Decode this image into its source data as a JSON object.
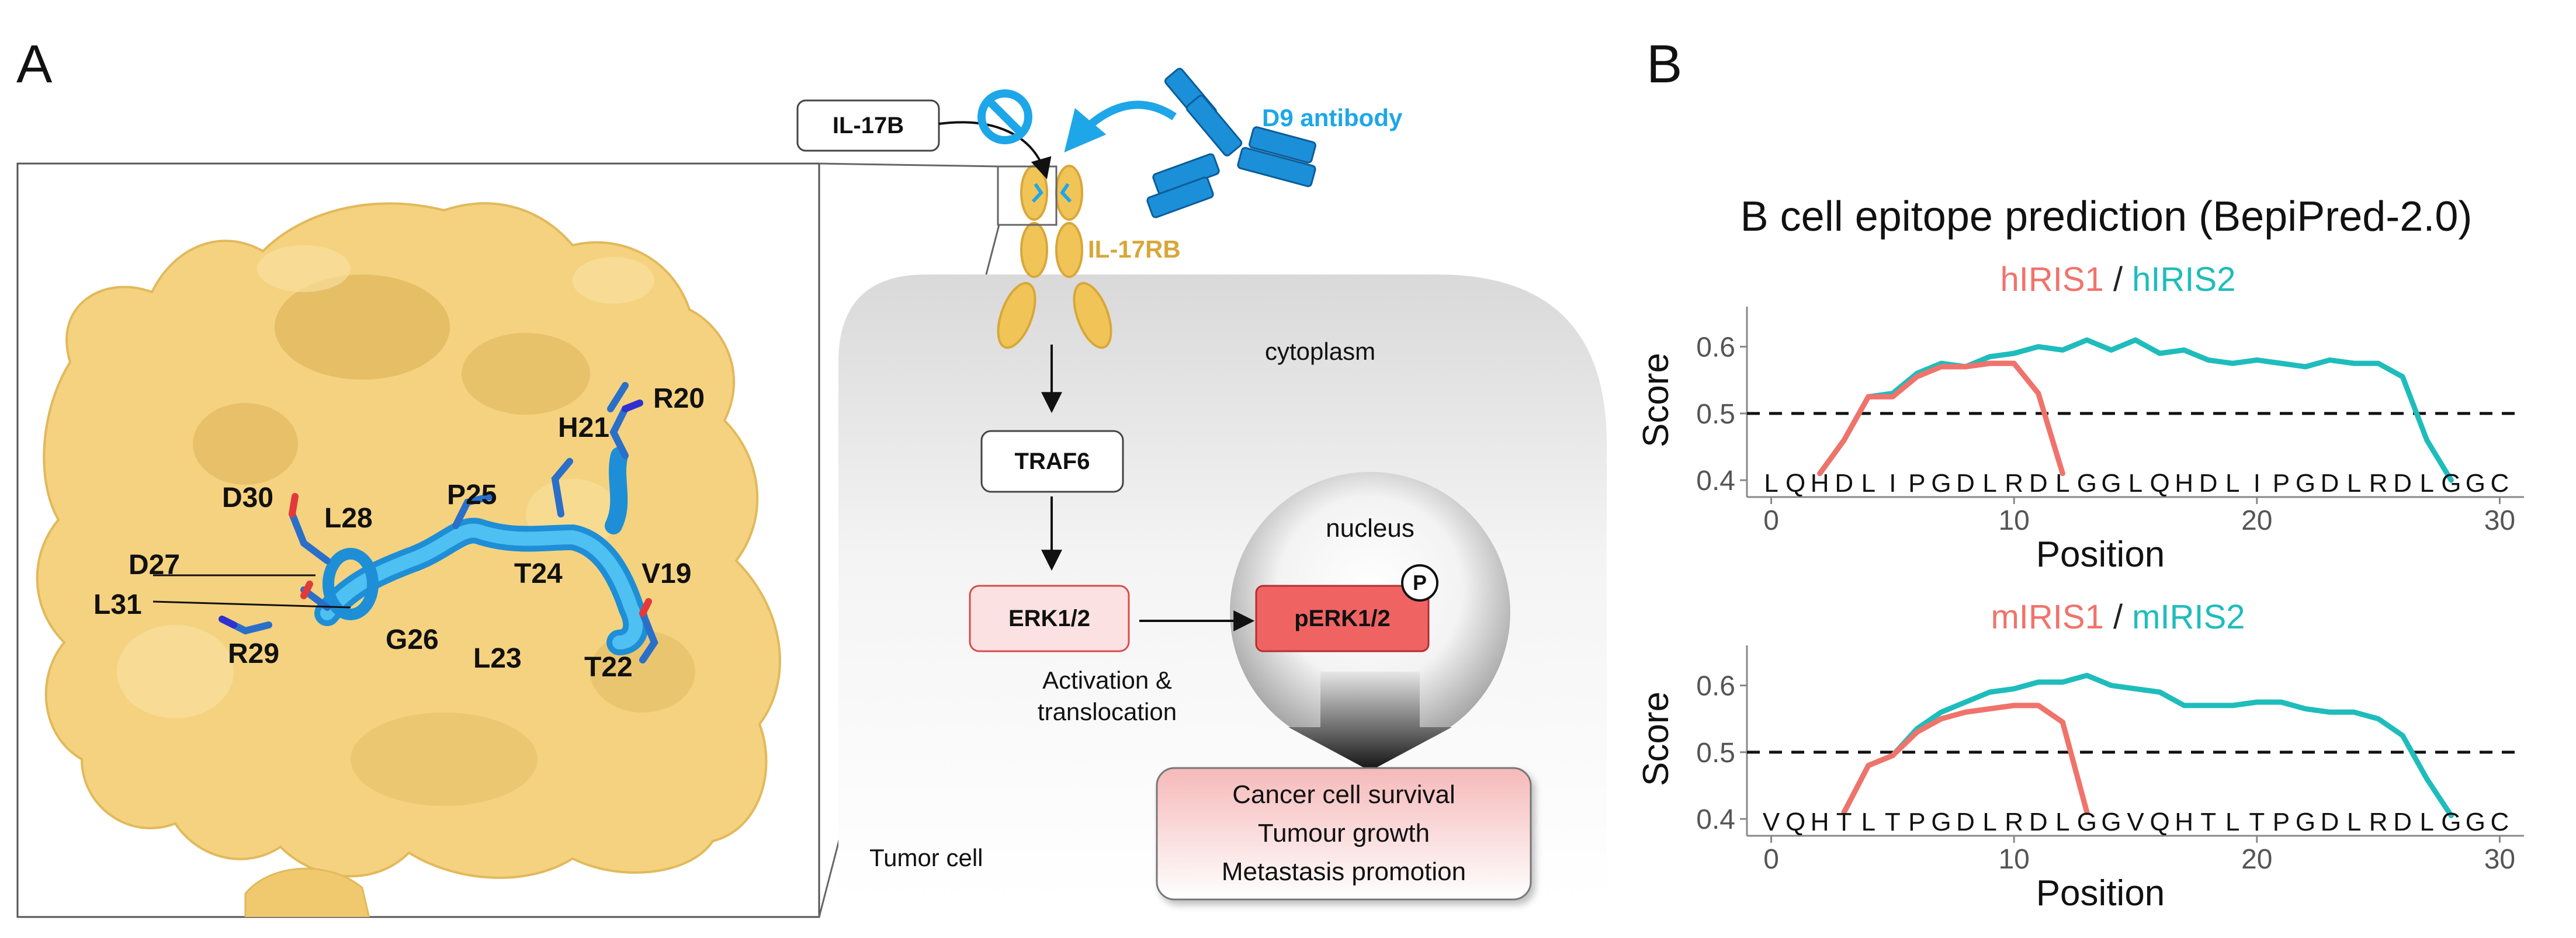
{
  "panel_a": {
    "letter": "A",
    "residues": [
      "R20",
      "H21",
      "D30",
      "L28",
      "P25",
      "D27",
      "T24",
      "V19",
      "L31",
      "R29",
      "G26",
      "L23",
      "T22"
    ],
    "ligand": "IL-17B",
    "antibody": "D9 antibody",
    "receptor": "IL-17RB",
    "compartment_cytoplasm": "cytoplasm",
    "traf": "TRAF6",
    "erk": "ERK1/2",
    "perk": "pERK1/2",
    "phospho": "P",
    "nucleus": "nucleus",
    "activation_line1": "Activation &",
    "activation_line2": "translocation",
    "outcomes": [
      "Cancer cell survival",
      "Tumour growth",
      "Metastasis promotion"
    ],
    "tumor_cell": "Tumor cell",
    "colors": {
      "surface": "#f5d27f",
      "peptide": "#33a9e8",
      "antibody": "#1c8fd9",
      "receptor": "#f1c458",
      "erk_fill": "#fbe1e1",
      "erk_border": "#d94c4c",
      "perk_fill": "#f06363"
    }
  },
  "panel_b": {
    "letter": "B",
    "title": "B cell epitope prediction (BepiPred-2.0)",
    "colors": {
      "iris1": "#f0736b",
      "iris2": "#1fbcbc"
    }
  },
  "chart_data": [
    {
      "type": "line",
      "legend_prefix": "hIRIS1",
      "legend_sep": " / ",
      "legend_suffix": "hIRIS2",
      "xlabel": "Position",
      "ylabel": "Score",
      "xlim": [
        -1,
        31
      ],
      "ylim": [
        0.38,
        0.66
      ],
      "xticks": [
        "0",
        "10",
        "20",
        "30"
      ],
      "yticks": [
        "0.4",
        "0.5",
        "0.6"
      ],
      "threshold": 0.5,
      "sequence": "LQHDLIPGDLRDLGGLQHDLIPGDLRDLGGC",
      "sequence_x0": 0,
      "series": [
        {
          "name": "hIRIS1",
          "x": [
            2,
            3,
            4,
            5,
            6,
            7,
            8,
            9,
            10,
            11,
            12
          ],
          "values": [
            0.41,
            0.46,
            0.525,
            0.525,
            0.555,
            0.57,
            0.57,
            0.575,
            0.575,
            0.53,
            0.41
          ]
        },
        {
          "name": "hIRIS2",
          "x": [
            2,
            3,
            4,
            5,
            6,
            7,
            8,
            9,
            10,
            11,
            12,
            13,
            14,
            15,
            16,
            17,
            18,
            19,
            20,
            21,
            22,
            23,
            24,
            25,
            26,
            27,
            28
          ],
          "values": [
            0.41,
            0.46,
            0.525,
            0.53,
            0.56,
            0.575,
            0.57,
            0.585,
            0.59,
            0.6,
            0.595,
            0.61,
            0.595,
            0.61,
            0.59,
            0.595,
            0.58,
            0.575,
            0.58,
            0.575,
            0.57,
            0.58,
            0.575,
            0.575,
            0.555,
            0.46,
            0.4
          ]
        }
      ]
    },
    {
      "type": "line",
      "legend_prefix": "mIRIS1",
      "legend_sep": " / ",
      "legend_suffix": "mIRIS2",
      "xlabel": "Position",
      "ylabel": "Score",
      "xlim": [
        -1,
        31
      ],
      "ylim": [
        0.38,
        0.66
      ],
      "xticks": [
        "0",
        "10",
        "20",
        "30"
      ],
      "yticks": [
        "0.4",
        "0.5",
        "0.6"
      ],
      "threshold": 0.5,
      "sequence": "VQHTLTPGDLRDLGGVQHTLTPGDLRDLGGC",
      "sequence_x0": 0,
      "series": [
        {
          "name": "mIRIS1",
          "x": [
            3,
            4,
            5,
            6,
            7,
            8,
            9,
            10,
            11,
            12,
            13
          ],
          "values": [
            0.41,
            0.48,
            0.495,
            0.53,
            0.55,
            0.56,
            0.565,
            0.57,
            0.57,
            0.545,
            0.41
          ]
        },
        {
          "name": "mIRIS2",
          "x": [
            3,
            4,
            5,
            6,
            7,
            8,
            9,
            10,
            11,
            12,
            13,
            14,
            15,
            16,
            17,
            18,
            19,
            20,
            21,
            22,
            23,
            24,
            25,
            26,
            27,
            28
          ],
          "values": [
            0.41,
            0.48,
            0.495,
            0.535,
            0.56,
            0.575,
            0.59,
            0.595,
            0.605,
            0.605,
            0.615,
            0.6,
            0.595,
            0.59,
            0.57,
            0.57,
            0.57,
            0.575,
            0.575,
            0.565,
            0.56,
            0.56,
            0.55,
            0.525,
            0.46,
            0.405
          ]
        }
      ]
    }
  ]
}
